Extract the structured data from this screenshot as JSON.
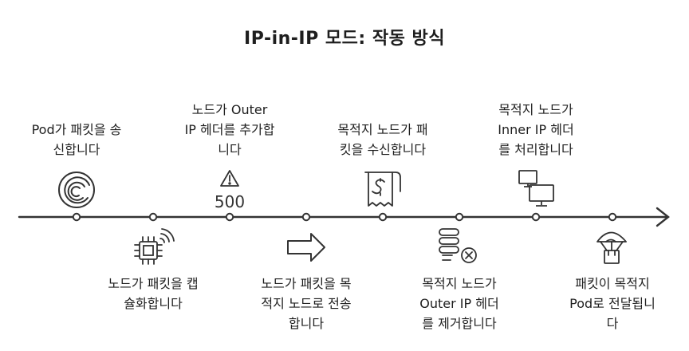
{
  "title": "IP-in-IP 모드: 작동 방식",
  "steps": [
    {
      "lines": [
        "Pod가 패킷을 송",
        "신합니다"
      ],
      "icon": "concentric-circles-icon"
    },
    {
      "lines": [
        "노드가 패킷을 캡",
        "슐화합니다"
      ],
      "icon": "chip-wireless-icon"
    },
    {
      "lines": [
        "노드가 Outer",
        "IP 헤더를 추가합",
        "니다"
      ],
      "icon": "warning-500-icon",
      "icon_text": "500"
    },
    {
      "lines": [
        "노드가 패킷을 목",
        "적지 노드로 전송",
        "합니다"
      ],
      "icon": "arrow-right-icon"
    },
    {
      "lines": [
        "목적지 노드가 패",
        "킷을 수신합니다"
      ],
      "icon": "receipt-dollar-icon"
    },
    {
      "lines": [
        "목적지 노드가",
        "Outer IP 헤더",
        "를 제거합니다"
      ],
      "icon": "server-remove-icon"
    },
    {
      "lines": [
        "목적지 노드가",
        "Inner IP 헤더",
        "를 처리합니다"
      ],
      "icon": "monitors-icon"
    },
    {
      "lines": [
        "패킷이 목적지",
        "Pod로 전달됩니",
        "다"
      ],
      "icon": "parachute-box-icon"
    }
  ]
}
